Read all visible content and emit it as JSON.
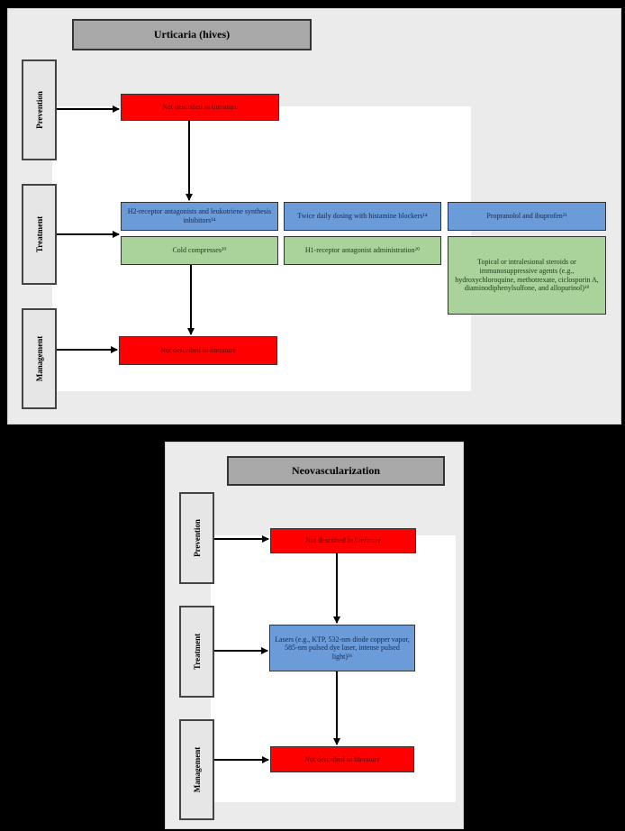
{
  "diagram1": {
    "title": "Urticaria (hives)",
    "labels": {
      "prevention": "Prevention",
      "treatment": "Treatment",
      "management": "Management"
    },
    "prevention_box": "Not described in literature",
    "treatment_boxes": [
      "H2-receptor antagonists and leukotriene synthesis inhibitors¹⁴",
      "Twice daily dosing with histamine blockers¹⁴",
      "Propranolol and ibuprofen²¹"
    ],
    "treatment_boxes_green": [
      "Cold compresses²⁰",
      "H1-receptor antagonist administration²⁰",
      "Topical or intralesional steroids or immunosuppressive agents (e.g., hydroxychloroquine, methotrexate, ciclosporin A, diaminodiphenylsulfone, and allopurinol)¹⁸"
    ],
    "management_box": "Not described in literature"
  },
  "diagram2": {
    "title": "Neovascularization",
    "labels": {
      "prevention": "Prevention",
      "treatment": "Treatment",
      "management": "Management"
    },
    "prevention_box": "Not described in literature",
    "treatment_box": "Lasers (e.g., KTP, 532-nm diode copper vapor, 585-nm pulsed dye laser, intense pulsed light)³⁶",
    "management_box": "Not described in literature"
  }
}
